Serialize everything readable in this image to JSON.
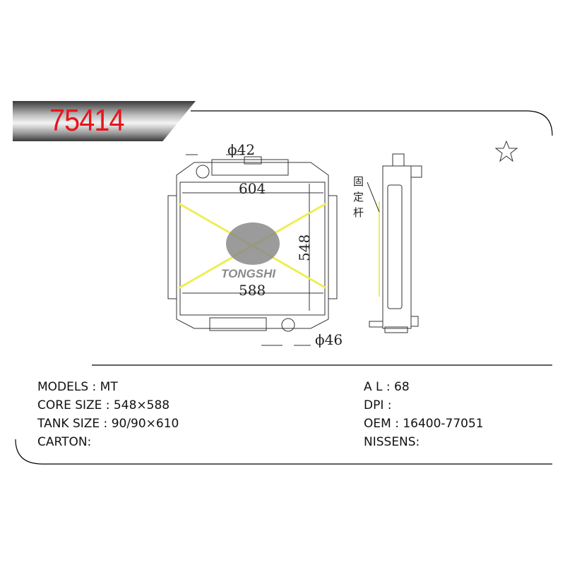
{
  "header": {
    "part_number": "75414"
  },
  "drawing": {
    "dim_top_outlet": "ϕ42",
    "dim_width_top": "604",
    "dim_height": "548",
    "dim_width_bottom": "588",
    "dim_bottom_outlet": "ϕ46",
    "bracket_label": [
      "固",
      "定",
      "杆"
    ],
    "watermark": "TONGSHI"
  },
  "specs": {
    "left": [
      {
        "label": "MODELS : MT"
      },
      {
        "label": "CORE SIZE : 548×588"
      },
      {
        "label": "TANK SIZE : 90/90×610"
      },
      {
        "label": "CARTON:"
      }
    ],
    "right": [
      {
        "label": "A L : 68"
      },
      {
        "label": "DPI :"
      },
      {
        "label": "OEM : 16400-77051"
      },
      {
        "label": "NISSENS:"
      }
    ]
  }
}
